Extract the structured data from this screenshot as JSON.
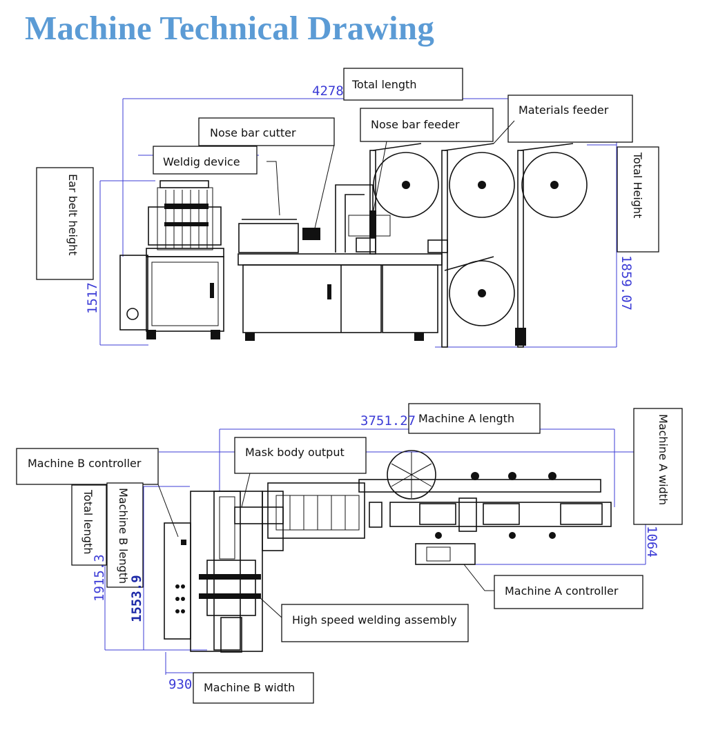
{
  "title": "Machine Technical Drawing",
  "top_view": {
    "labels": {
      "total_length": "Total length",
      "nose_bar_cutter": "Nose bar cutter",
      "nose_bar_feeder": "Nose bar feeder",
      "materials_feeder": "Materials feeder",
      "welding_device": "Weldig device",
      "ear_belt_height": "Ear belt height",
      "total_height": "Total Height"
    },
    "dimensions": {
      "total_length": "4278",
      "ear_belt_height": "1517",
      "total_height": "1859.07"
    }
  },
  "bottom_view": {
    "labels": {
      "machine_a_length": "Machine A length",
      "machine_a_width": "Machine A width",
      "machine_b_controller": "Machine B controller",
      "mask_body_output": "Mask body output",
      "total_length": "Total length",
      "machine_b_length": "Machine B length",
      "machine_a_controller": "Machine A controller",
      "high_speed_welding_assembly": "High speed welding assembly",
      "machine_b_width": "Machine B width"
    },
    "dimensions": {
      "machine_a_length": "3751.27",
      "machine_a_width": "1064",
      "total_length": "1915.3",
      "machine_b_length": "1553.9",
      "machine_b_width": "930"
    }
  }
}
